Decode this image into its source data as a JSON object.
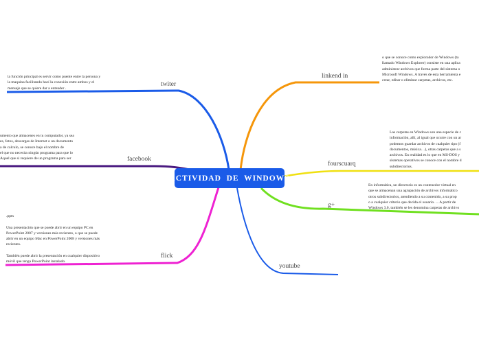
{
  "central": {
    "title": "ACTIVIDAD  DE  WINDOWS"
  },
  "branches": {
    "twiter": {
      "label": "twiter",
      "color": "#1a5be8",
      "note": [
        "la función principal es servir como puente entre la persona y",
        "la maquina facilitando hací la conexión entre ambos y el",
        "mensaje que se quiere dar a entender ."
      ]
    },
    "facebook": {
      "label": "facebook",
      "color": "#4a1a80",
      "note": [
        "umento que almacenes en tu computador, ya sea",
        "es, fotos, descargas de Internet o un documento",
        "a de calculo, se conoce bajo el nombre de",
        "el que no necesita ningún programa para que lo",
        "Aquel que si requiere de un programa para ser"
      ]
    },
    "flick": {
      "label": "flick",
      "color": "#ee22d2",
      "note": [
        ".pptx",
        "",
        "Una presentación que se puede abrir en un equipo PC en",
        "PowerPoint 2007 y versiones más recientes, o que se puede",
        "abrir en un equipo Mac en PowerPoint 2008 y versiones más",
        "recientes.",
        "",
        "También puede abrir la presentación en cualquier dispositivo",
        "móvil que tenga PowerPoint instalado."
      ]
    },
    "linkend": {
      "label": "linkend in",
      "color": "#f5960a",
      "note": [
        "o que se conoce como explorador de Windows (ta",
        "llamado Windows Explorer) consiste en una aplica",
        "administrar archivos que forma parte del sistema o",
        "Microsoft Windows. A través de esta herramienta e",
        "crear, editar o eliminar carpetas, archivos, etc."
      ]
    },
    "fourscuarq": {
      "label": "fourscuarq",
      "color": "#f0e010",
      "note": [
        "Las carpetas en Windows son una especie de c",
        "información, allí, al igual que ocurre con un ar",
        "podemos guardar archivos de cualquier tipo (f",
        "documentos, música…), otras carpetas que a s",
        "archivos. En realidad es lo que en MS-DOS y",
        "sistemas operativos se conoce con el nombre d",
        "subdirectorios."
      ]
    },
    "gplus": {
      "label": "g+",
      "color": "#70e020",
      "note": [
        "En informática, un directorio es un contenedor virtual en",
        "que se almacenan una agrupación de archivos informático",
        "otros subdirectorios, atendiendo a su contenido, a su prop",
        "o a cualquier criterio que decida el usuario. ... A partir de",
        "Windows 3.0, también se les denomina carpetas de archivo"
      ]
    },
    "youtube": {
      "label": "youtube",
      "color": "#1a5be8"
    }
  }
}
